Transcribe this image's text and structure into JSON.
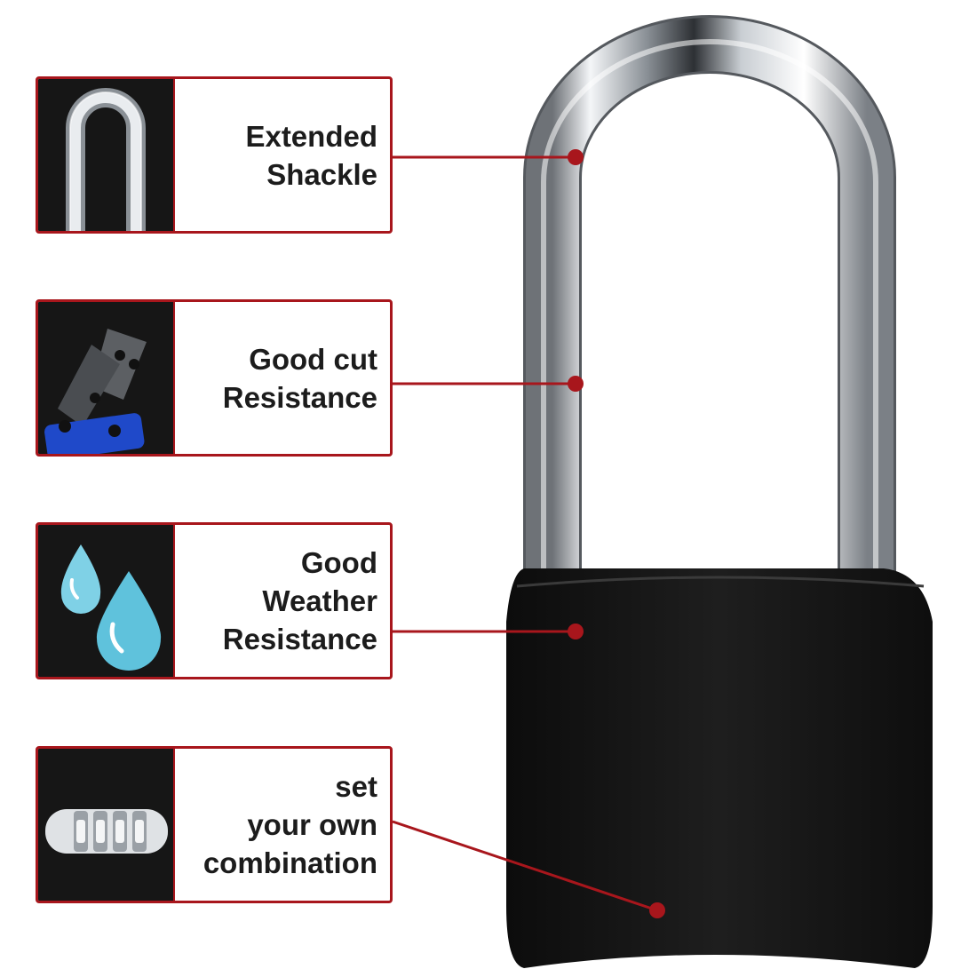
{
  "features": [
    {
      "id": "shackle",
      "lines": [
        "Extended",
        "Shackle"
      ],
      "thumb_icon": "shackle-closeup-icon"
    },
    {
      "id": "cut",
      "lines": [
        "Good cut",
        "Resistance"
      ],
      "thumb_icon": "bolt-cutter-icon"
    },
    {
      "id": "weather",
      "lines": [
        "Good",
        "Weather",
        "Resistance"
      ],
      "thumb_icon": "water-drops-icon"
    },
    {
      "id": "combination",
      "lines": [
        "set",
        "your own",
        "combination"
      ],
      "thumb_icon": "combination-dial-icon"
    }
  ],
  "colors": {
    "accent": "#a8161c",
    "lock_body": "#1a1a1a",
    "thumb_bg": "#161616"
  }
}
